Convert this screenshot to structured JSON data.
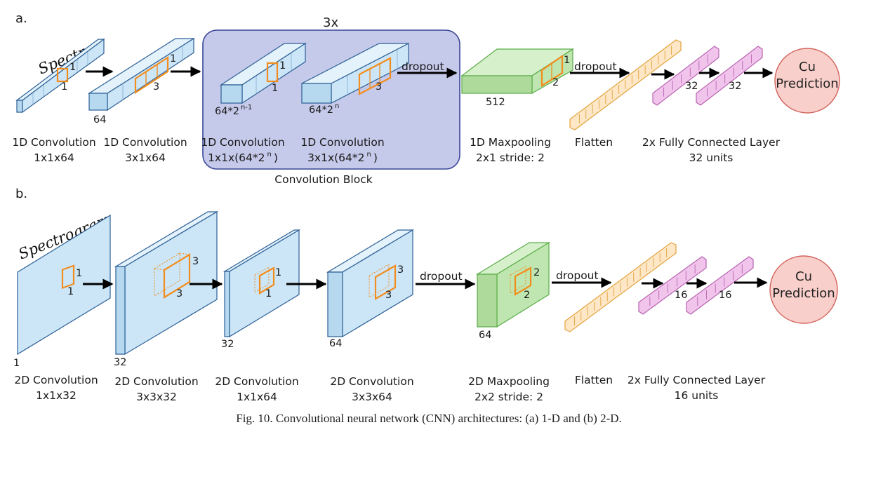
{
  "panel_a": {
    "tag": "a.",
    "repeat": "3x",
    "spectra": "Spectra",
    "block_label": "Convolution Block",
    "dims": {
      "c1_k": "1",
      "c1_k2": "1",
      "c2_k": "1",
      "c2_k2": "3",
      "c2_ch": "64",
      "c3_k": "1",
      "c3_k2": "1",
      "c3_ch_base": "64*2",
      "c3_ch_exp": "n-1",
      "c4_k2": "3",
      "c4_ch_base": "64*2",
      "c4_ch_exp": "n",
      "mp_k": "1",
      "mp_k2": "2",
      "mp_ch": "512",
      "fc1": "32",
      "fc2": "32"
    },
    "dropout1": "dropout",
    "dropout2": "dropout",
    "output": [
      "Cu",
      "Prediction"
    ],
    "captions": [
      {
        "l1": "1D Convolution",
        "l2": "1x1x64"
      },
      {
        "l1": "1D Convolution",
        "l2": "3x1x64"
      },
      {
        "l1": "1D Convolution",
        "l2_base": "1x1x(64*2",
        "l2_exp": "n",
        "l2_end": ")"
      },
      {
        "l1": "1D Convolution",
        "l2_base": "3x1x(64*2",
        "l2_exp": "n",
        "l2_end": ")"
      },
      {
        "l1": "1D Maxpooling",
        "l2": "2x1 stride: 2"
      },
      {
        "l1": "Flatten"
      },
      {
        "l1": "2x Fully Connected Layer",
        "l2": "32 units"
      }
    ]
  },
  "panel_b": {
    "tag": "b.",
    "spectrogram": "Spectrogram",
    "dims": {
      "c1_k": "1",
      "c1_k2": "1",
      "c1_ch": "1",
      "c2_k": "3",
      "c2_k2": "3",
      "c2_ch": "32",
      "c3_k": "1",
      "c3_k2": "1",
      "c3_ch": "32",
      "c4_k": "3",
      "c4_k2": "3",
      "c4_ch": "64",
      "mp_k": "2",
      "mp_k2": "2",
      "mp_ch": "64",
      "fc1": "16",
      "fc2": "16"
    },
    "dropout1": "dropout",
    "dropout2": "dropout",
    "output": [
      "Cu",
      "Prediction"
    ],
    "captions": [
      {
        "l1": "2D Convolution",
        "l2": "1x1x32"
      },
      {
        "l1": "2D Convolution",
        "l2": "3x3x32"
      },
      {
        "l1": "2D Convolution",
        "l2": "1x1x64"
      },
      {
        "l1": "2D Convolution",
        "l2": "3x3x64"
      },
      {
        "l1": "2D Maxpooling",
        "l2": "2x2 stride: 2"
      },
      {
        "l1": "Flatten"
      },
      {
        "l1": "2x Fully Connected Layer",
        "l2": "16 units"
      }
    ]
  },
  "figure_caption": "Fig. 10. Convolutional neural network (CNN) architectures: (a) 1-D and (b) 2-D.",
  "colors": {
    "conv_fill": "#cce6f7",
    "conv_top": "#e4f2fb",
    "conv_stroke": "#2c5f95",
    "kernel": "#f28c1c",
    "pool_fill": "#bfe6b0",
    "pool_stroke": "#5aac48",
    "flatten_fill": "#fde7c6",
    "flatten_stroke": "#e3a23c",
    "fc_fill": "#f1c4ec",
    "fc_stroke": "#b864b0",
    "block_fill": "#c5c9ea",
    "block_stroke": "#3a4798",
    "pred_fill": "#f9cfcb",
    "pred_stroke": "#d2635c"
  }
}
